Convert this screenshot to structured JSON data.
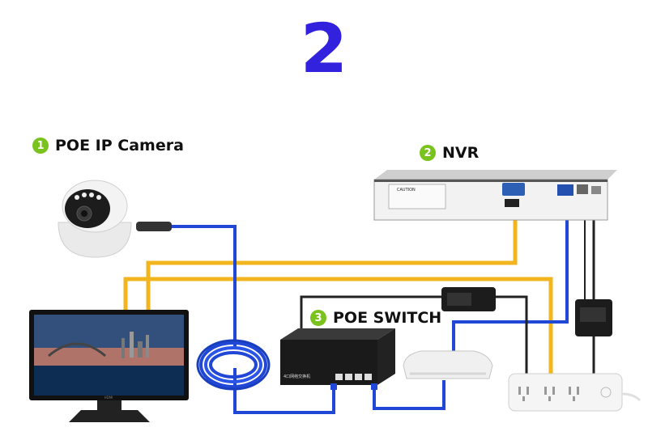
{
  "step_number": "2",
  "colors": {
    "step_number": "#3322dd",
    "badge": "#7ac21e",
    "lan_cable": "#2147d6",
    "video_cable": "#f2b51d",
    "power_cable": "#222222"
  },
  "labels": [
    {
      "badge": "1",
      "text": "POE IP Camera"
    },
    {
      "badge": "2",
      "text": "NVR"
    },
    {
      "badge": "3",
      "text": "POE SWITCH"
    }
  ],
  "devices": {
    "nvr_caution_label": "CAUTION",
    "switch_front_text": "4口网络交换机",
    "monitor_brand": "HDMI",
    "power_strip_brand": "",
    "icons": [
      "dome-camera",
      "nvr",
      "monitor",
      "cable-coil",
      "poe-switch",
      "router",
      "power-adapter",
      "power-strip"
    ]
  }
}
